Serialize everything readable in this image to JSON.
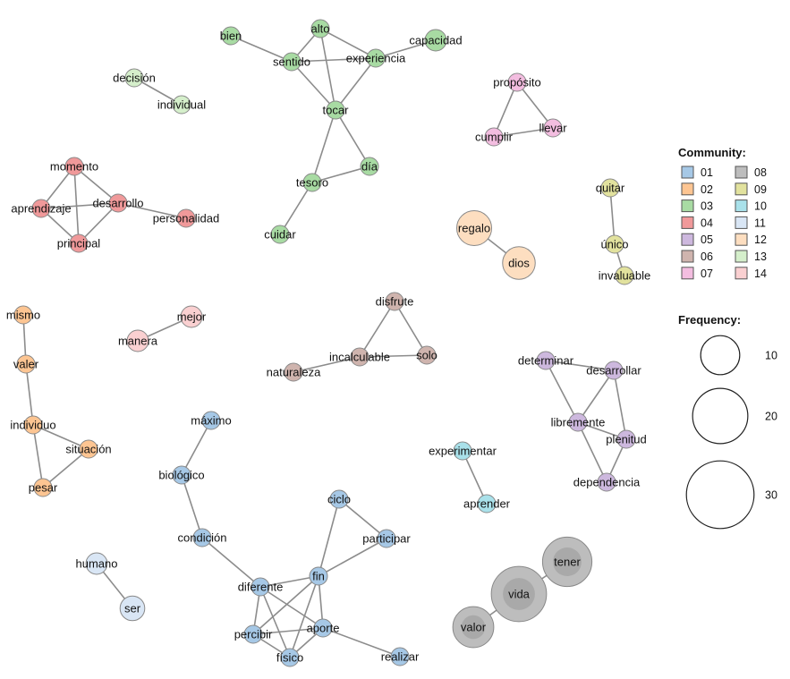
{
  "legend": {
    "community_title": "Community:",
    "frequency_title": "Frequency:",
    "communities": [
      {
        "id": "01",
        "color": "#A6C8E6"
      },
      {
        "id": "02",
        "color": "#FDC592"
      },
      {
        "id": "03",
        "color": "#A8DBA3"
      },
      {
        "id": "04",
        "color": "#F0999A"
      },
      {
        "id": "05",
        "color": "#CDB8DE"
      },
      {
        "id": "06",
        "color": "#CFB4AE"
      },
      {
        "id": "07",
        "color": "#F3BDE0"
      },
      {
        "id": "08",
        "color": "#BDBDBD"
      },
      {
        "id": "09",
        "color": "#E2E29E"
      },
      {
        "id": "10",
        "color": "#A9E1EA"
      },
      {
        "id": "11",
        "color": "#D9E6F5"
      },
      {
        "id": "12",
        "color": "#FDDEC0"
      },
      {
        "id": "13",
        "color": "#D5EFCB"
      },
      {
        "id": "14",
        "color": "#FAD0D1"
      }
    ],
    "frequency_scale": [
      {
        "label": "10",
        "value": 10
      },
      {
        "label": "20",
        "value": 20
      },
      {
        "label": "30",
        "value": 30
      }
    ]
  },
  "nodes": [
    {
      "id": "bien",
      "label": "bien",
      "community": "03",
      "freq": 1
    },
    {
      "id": "alto",
      "label": "alto",
      "community": "03",
      "freq": 1
    },
    {
      "id": "sentido",
      "label": "sentido",
      "community": "03",
      "freq": 1
    },
    {
      "id": "experiencia",
      "label": "experiencia",
      "community": "03",
      "freq": 1
    },
    {
      "id": "capacidad",
      "label": "capacidad",
      "community": "03",
      "freq": 3
    },
    {
      "id": "tocar",
      "label": "tocar",
      "community": "03",
      "freq": 1
    },
    {
      "id": "dia",
      "label": "día",
      "community": "03",
      "freq": 1
    },
    {
      "id": "tesoro",
      "label": "tesoro",
      "community": "03",
      "freq": 1
    },
    {
      "id": "cuidar",
      "label": "cuidar",
      "community": "03",
      "freq": 2
    },
    {
      "id": "decision",
      "label": "decisión",
      "community": "13",
      "freq": 2
    },
    {
      "id": "individual",
      "label": "individual",
      "community": "13",
      "freq": 2
    },
    {
      "id": "momento",
      "label": "momento",
      "community": "04",
      "freq": 2
    },
    {
      "id": "aprendizaje",
      "label": "aprendizaje",
      "community": "04",
      "freq": 1
    },
    {
      "id": "desarrollo",
      "label": "desarrollo",
      "community": "04",
      "freq": 1
    },
    {
      "id": "principal",
      "label": "principal",
      "community": "04",
      "freq": 1
    },
    {
      "id": "personalidad",
      "label": "personalidad",
      "community": "04",
      "freq": 1
    },
    {
      "id": "proposito",
      "label": "propósito",
      "community": "07",
      "freq": 1
    },
    {
      "id": "llevar",
      "label": "llevar",
      "community": "07",
      "freq": 1
    },
    {
      "id": "cumplir",
      "label": "cumplir",
      "community": "07",
      "freq": 1
    },
    {
      "id": "quitar",
      "label": "quitar",
      "community": "09",
      "freq": 1
    },
    {
      "id": "unico",
      "label": "único",
      "community": "09",
      "freq": 1
    },
    {
      "id": "invaluable",
      "label": "invaluable",
      "community": "09",
      "freq": 1
    },
    {
      "id": "regalo",
      "label": "regalo",
      "community": "12",
      "freq": 8
    },
    {
      "id": "dios",
      "label": "dios",
      "community": "12",
      "freq": 7
    },
    {
      "id": "mismo",
      "label": "mismo",
      "community": "02",
      "freq": 2
    },
    {
      "id": "valer",
      "label": "valer",
      "community": "02",
      "freq": 1
    },
    {
      "id": "individuo",
      "label": "individuo",
      "community": "02",
      "freq": 1
    },
    {
      "id": "situacion",
      "label": "situación",
      "community": "02",
      "freq": 1
    },
    {
      "id": "pesar",
      "label": "pesar",
      "community": "02",
      "freq": 1
    },
    {
      "id": "mejor",
      "label": "mejor",
      "community": "14",
      "freq": 3
    },
    {
      "id": "manera",
      "label": "manera",
      "community": "14",
      "freq": 3
    },
    {
      "id": "disfrute",
      "label": "disfrute",
      "community": "06",
      "freq": 1
    },
    {
      "id": "incalculable",
      "label": "incalculable",
      "community": "06",
      "freq": 1
    },
    {
      "id": "solo",
      "label": "solo",
      "community": "06",
      "freq": 1
    },
    {
      "id": "naturaleza",
      "label": "naturaleza",
      "community": "06",
      "freq": 1
    },
    {
      "id": "determinar",
      "label": "determinar",
      "community": "05",
      "freq": 1
    },
    {
      "id": "desarrollar",
      "label": "desarrollar",
      "community": "05",
      "freq": 1
    },
    {
      "id": "libremente",
      "label": "libremente",
      "community": "05",
      "freq": 1
    },
    {
      "id": "plenitud",
      "label": "plenitud",
      "community": "05",
      "freq": 1
    },
    {
      "id": "dependencia",
      "label": "dependencia",
      "community": "05",
      "freq": 1
    },
    {
      "id": "maximo",
      "label": "máximo",
      "community": "01",
      "freq": 1
    },
    {
      "id": "biologico",
      "label": "biológico",
      "community": "01",
      "freq": 1
    },
    {
      "id": "condicion",
      "label": "condición",
      "community": "01",
      "freq": 1
    },
    {
      "id": "ciclo",
      "label": "ciclo",
      "community": "01",
      "freq": 1
    },
    {
      "id": "participar",
      "label": "participar",
      "community": "01",
      "freq": 1
    },
    {
      "id": "diferente",
      "label": "diferente",
      "community": "01",
      "freq": 1
    },
    {
      "id": "fin",
      "label": "fin",
      "community": "01",
      "freq": 1
    },
    {
      "id": "percibir",
      "label": "percibir",
      "community": "01",
      "freq": 1
    },
    {
      "id": "aporte",
      "label": "aporte",
      "community": "01",
      "freq": 1
    },
    {
      "id": "fisico",
      "label": "físico",
      "community": "01",
      "freq": 1
    },
    {
      "id": "realizar",
      "label": "realizar",
      "community": "01",
      "freq": 2
    },
    {
      "id": "experimentar",
      "label": "experimentar",
      "community": "10",
      "freq": 1
    },
    {
      "id": "aprender",
      "label": "aprender",
      "community": "10",
      "freq": 1
    },
    {
      "id": "humano",
      "label": "humano",
      "community": "11",
      "freq": 3
    },
    {
      "id": "ser",
      "label": "ser",
      "community": "11",
      "freq": 4
    },
    {
      "id": "tener",
      "label": "tener",
      "community": "08",
      "freq": 16
    },
    {
      "id": "vida",
      "label": "vida",
      "community": "08",
      "freq": 20
    },
    {
      "id": "valor",
      "label": "valor",
      "community": "08",
      "freq": 11
    }
  ],
  "edges": [
    [
      "bien",
      "sentido"
    ],
    [
      "sentido",
      "alto"
    ],
    [
      "sentido",
      "experiencia"
    ],
    [
      "sentido",
      "tocar"
    ],
    [
      "alto",
      "experiencia"
    ],
    [
      "alto",
      "tocar"
    ],
    [
      "experiencia",
      "capacidad"
    ],
    [
      "experiencia",
      "tocar"
    ],
    [
      "tocar",
      "dia"
    ],
    [
      "tocar",
      "tesoro"
    ],
    [
      "tesoro",
      "dia"
    ],
    [
      "tesoro",
      "cuidar"
    ],
    [
      "decision",
      "individual"
    ],
    [
      "momento",
      "aprendizaje"
    ],
    [
      "momento",
      "desarrollo"
    ],
    [
      "momento",
      "principal"
    ],
    [
      "aprendizaje",
      "desarrollo"
    ],
    [
      "aprendizaje",
      "principal"
    ],
    [
      "desarrollo",
      "principal"
    ],
    [
      "desarrollo",
      "personalidad"
    ],
    [
      "proposito",
      "llevar"
    ],
    [
      "proposito",
      "cumplir"
    ],
    [
      "cumplir",
      "llevar"
    ],
    [
      "quitar",
      "unico"
    ],
    [
      "unico",
      "invaluable"
    ],
    [
      "regalo",
      "dios"
    ],
    [
      "mismo",
      "valer"
    ],
    [
      "valer",
      "individuo"
    ],
    [
      "individuo",
      "situacion"
    ],
    [
      "individuo",
      "pesar"
    ],
    [
      "situacion",
      "pesar"
    ],
    [
      "manera",
      "mejor"
    ],
    [
      "disfrute",
      "incalculable"
    ],
    [
      "disfrute",
      "solo"
    ],
    [
      "incalculable",
      "solo"
    ],
    [
      "incalculable",
      "naturaleza"
    ],
    [
      "determinar",
      "desarrollar"
    ],
    [
      "determinar",
      "libremente"
    ],
    [
      "desarrollar",
      "libremente"
    ],
    [
      "desarrollar",
      "plenitud"
    ],
    [
      "libremente",
      "plenitud"
    ],
    [
      "libremente",
      "dependencia"
    ],
    [
      "plenitud",
      "dependencia"
    ],
    [
      "maximo",
      "biologico"
    ],
    [
      "biologico",
      "condicion"
    ],
    [
      "condicion",
      "diferente"
    ],
    [
      "ciclo",
      "participar"
    ],
    [
      "ciclo",
      "fin"
    ],
    [
      "fin",
      "participar"
    ],
    [
      "diferente",
      "fin"
    ],
    [
      "diferente",
      "percibir"
    ],
    [
      "diferente",
      "aporte"
    ],
    [
      "diferente",
      "fisico"
    ],
    [
      "fin",
      "percibir"
    ],
    [
      "fin",
      "aporte"
    ],
    [
      "fin",
      "fisico"
    ],
    [
      "percibir",
      "aporte"
    ],
    [
      "percibir",
      "fisico"
    ],
    [
      "aporte",
      "fisico"
    ],
    [
      "aporte",
      "realizar"
    ],
    [
      "experimentar",
      "aprender"
    ],
    [
      "humano",
      "ser"
    ],
    [
      "tener",
      "vida"
    ],
    [
      "vida",
      "valor"
    ]
  ]
}
